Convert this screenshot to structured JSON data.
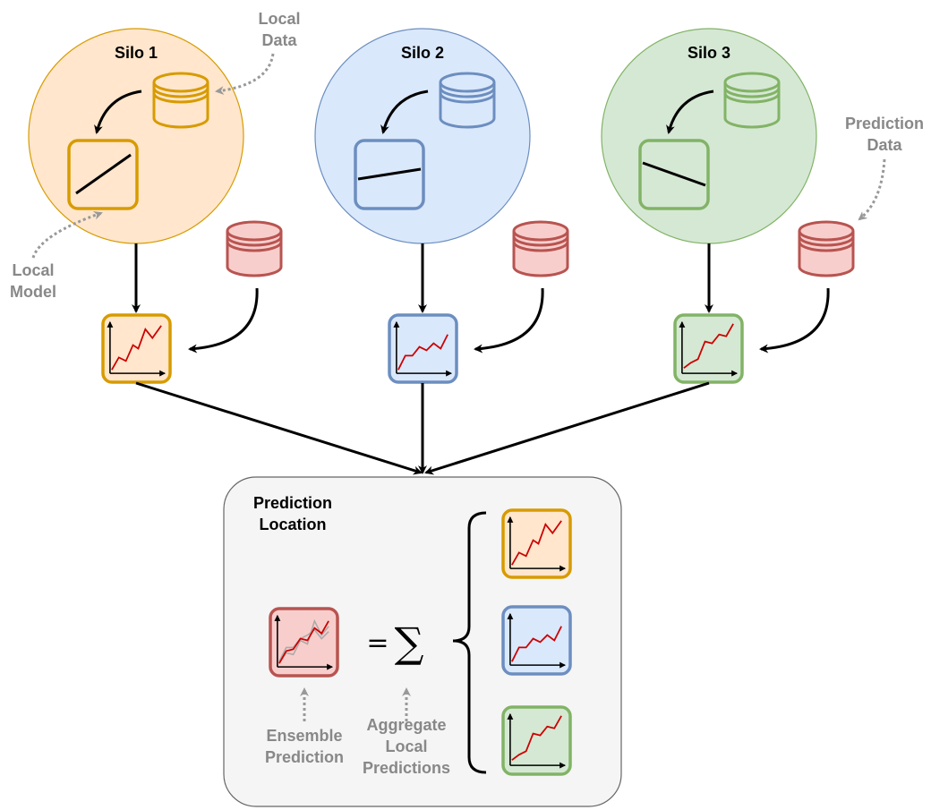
{
  "colors": {
    "silo1_fill": "#ffe6cc",
    "silo1_stroke": "#d79b00",
    "silo2_fill": "#dae8fc",
    "silo2_stroke": "#6c8ebf",
    "silo3_fill": "#d5e8d4",
    "silo3_stroke": "#82b366",
    "prediction_fill": "#f8cecc",
    "prediction_stroke": "#b85450",
    "location_fill": "#f5f5f5",
    "location_stroke": "#666666",
    "annotation": "#999999",
    "plot_line": "#cc0000"
  },
  "silos": [
    {
      "title": "Silo 1"
    },
    {
      "title": "Silo 2"
    },
    {
      "title": "Silo 3"
    }
  ],
  "annotations": {
    "local_data": [
      "Local",
      "Data"
    ],
    "local_model": [
      "Local",
      "Model"
    ],
    "prediction_data": [
      "Prediction",
      "Data"
    ],
    "ensemble_prediction": [
      "Ensemble",
      "Prediction"
    ],
    "aggregate_local_predictions": [
      "Aggregate",
      "Local",
      "Predictions"
    ]
  },
  "prediction_location": {
    "title": [
      "Prediction",
      "Location"
    ],
    "equals": "=",
    "sum_symbol": "∑"
  },
  "icons": {
    "database": "database-icon",
    "model": "linear-model-icon",
    "plot": "line-plot-icon"
  }
}
